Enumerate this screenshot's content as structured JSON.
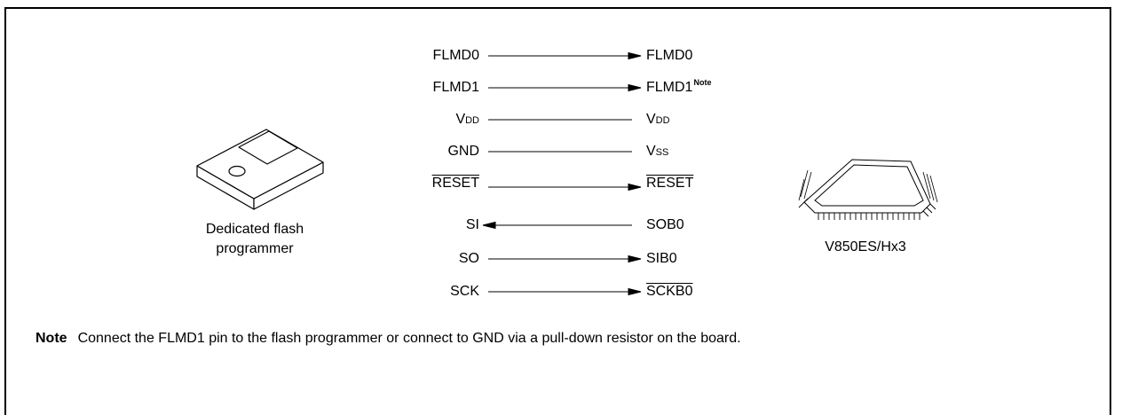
{
  "left_labels": [
    "FLMD0",
    "FLMD1",
    "V",
    "GND",
    "RESET",
    "SI",
    "SO",
    "SCK"
  ],
  "vdd_sub": "DD",
  "right_labels": [
    "FLMD0",
    "FLMD1",
    "V",
    "V",
    "RESET",
    "SOB0",
    "SIB0",
    "SCKB0"
  ],
  "right_vdd_sub": "DD",
  "right_vss_sub": "SS",
  "flmd1_note": "Note",
  "programmer": {
    "line1": "Dedicated flash",
    "line2": "programmer"
  },
  "device": {
    "label": "V850ES/Hx3"
  },
  "note": {
    "label": "Note",
    "text": "Connect the FLMD1 pin to the flash programmer or connect to GND via a pull-down resistor on the board."
  }
}
